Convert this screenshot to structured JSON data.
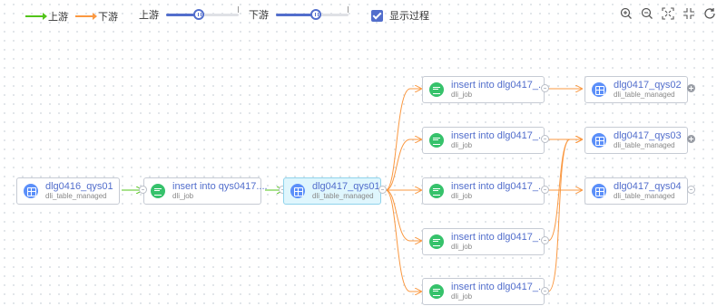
{
  "toolbar": {
    "legend_upstream": "上游",
    "legend_downstream": "下游",
    "upstream_slider_label": "上游",
    "downstream_slider_label": "下游",
    "show_process_label": "显示过程",
    "show_process_checked": true,
    "upstream_depth": 0.45,
    "downstream_depth": 0.55,
    "tools": [
      "zoom-in-icon",
      "zoom-out-icon",
      "fit-view-icon",
      "collapse-icon",
      "refresh-icon"
    ]
  },
  "colors": {
    "upstream": "#52c41a",
    "downstream": "#fa9841",
    "accent": "#526ecc",
    "table_icon": "#5b8ff9",
    "job_icon": "#36c26b"
  },
  "graph": {
    "nodes": [
      {
        "id": "n1",
        "kind": "table",
        "title": "dlg0416_qys01",
        "subtitle": "dli_table_managed"
      },
      {
        "id": "n2",
        "kind": "job",
        "title": "insert into qys0417....",
        "subtitle": "dli_job"
      },
      {
        "id": "n3",
        "kind": "table",
        "title": "dlg0417_qys01",
        "subtitle": "dli_table_managed",
        "selected": true
      },
      {
        "id": "j1",
        "kind": "job",
        "title": "insert into dlg0417_...",
        "subtitle": "dli_job"
      },
      {
        "id": "j2",
        "kind": "job",
        "title": "insert into dlg0417_...",
        "subtitle": "dli_job"
      },
      {
        "id": "j3",
        "kind": "job",
        "title": "insert into dlg0417_...",
        "subtitle": "dli_job"
      },
      {
        "id": "j4",
        "kind": "job",
        "title": "insert into dlg0417_...",
        "subtitle": "dli_job"
      },
      {
        "id": "j5",
        "kind": "job",
        "title": "insert into dlg0417_...",
        "subtitle": "dli_job"
      },
      {
        "id": "t2",
        "kind": "table",
        "title": "dlg0417_qys02",
        "subtitle": "dli_table_managed"
      },
      {
        "id": "t3",
        "kind": "table",
        "title": "dlg0417_qys03",
        "subtitle": "dli_table_managed"
      },
      {
        "id": "t4",
        "kind": "table",
        "title": "dlg0417_qys04",
        "subtitle": "dli_table_managed"
      }
    ]
  }
}
